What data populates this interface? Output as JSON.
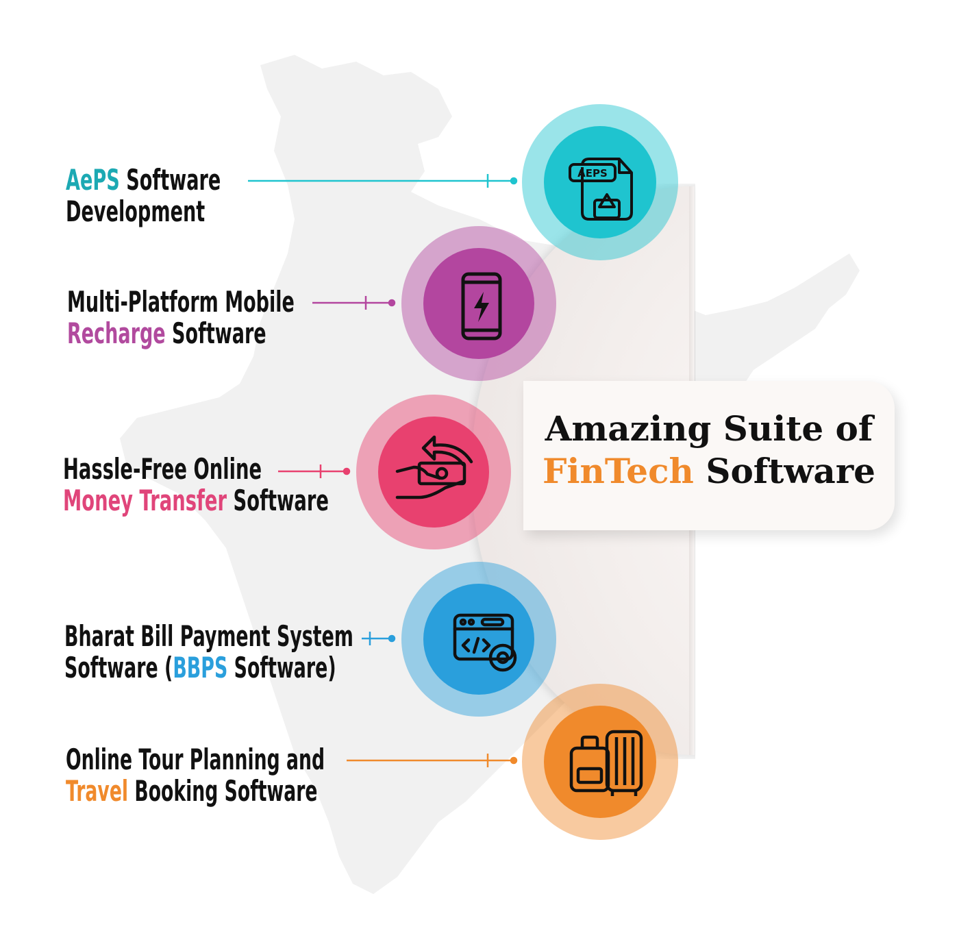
{
  "title": {
    "line1": "Amazing Suite of",
    "line2_accent": "FinTech",
    "line2_rest": " Software"
  },
  "colors": {
    "teal": "#1fc4cf",
    "purple": "#b3469f",
    "pink": "#e8416f",
    "blue": "#2a9fdc",
    "orange": "#f08a2c",
    "dark": "#111111",
    "map": "#f1f1f1"
  },
  "items": [
    {
      "line1_parts": [
        {
          "text": "AePS",
          "color": "#1ca9b3"
        },
        {
          "text": " Software",
          "color": "#111111"
        }
      ],
      "line2_parts": [
        {
          "text": "Development",
          "color": "#111111"
        }
      ],
      "icon": "aeps-document-icon",
      "icon_label": "AEPS",
      "color": "#1fc4cf"
    },
    {
      "line1_parts": [
        {
          "text": "Multi-Platform Mobile",
          "color": "#111111"
        }
      ],
      "line2_parts": [
        {
          "text": "Recharge",
          "color": "#b14a9e"
        },
        {
          "text": " Software",
          "color": "#111111"
        }
      ],
      "icon": "mobile-recharge-icon",
      "color": "#b3469f"
    },
    {
      "line1_parts": [
        {
          "text": "Hassle-Free Online",
          "color": "#111111"
        }
      ],
      "line2_parts": [
        {
          "text": "Money Transfer",
          "color": "#e0457a"
        },
        {
          "text": " Software",
          "color": "#111111"
        }
      ],
      "icon": "money-transfer-icon",
      "color": "#e8416f"
    },
    {
      "line1_parts": [
        {
          "text": "Bharat Bill Payment System",
          "color": "#111111"
        }
      ],
      "line2_parts": [
        {
          "text": "Software (",
          "color": "#111111"
        },
        {
          "text": "BBPS",
          "color": "#2a9fdc"
        },
        {
          "text": " Software)",
          "color": "#111111"
        }
      ],
      "icon": "code-settings-icon",
      "color": "#2a9fdc"
    },
    {
      "line1_parts": [
        {
          "text": "Online Tour Planning and",
          "color": "#111111"
        }
      ],
      "line2_parts": [
        {
          "text": "Travel",
          "color": "#f08a2c"
        },
        {
          "text": " Booking Software",
          "color": "#111111"
        }
      ],
      "icon": "travel-luggage-icon",
      "color": "#f08a2c"
    }
  ]
}
